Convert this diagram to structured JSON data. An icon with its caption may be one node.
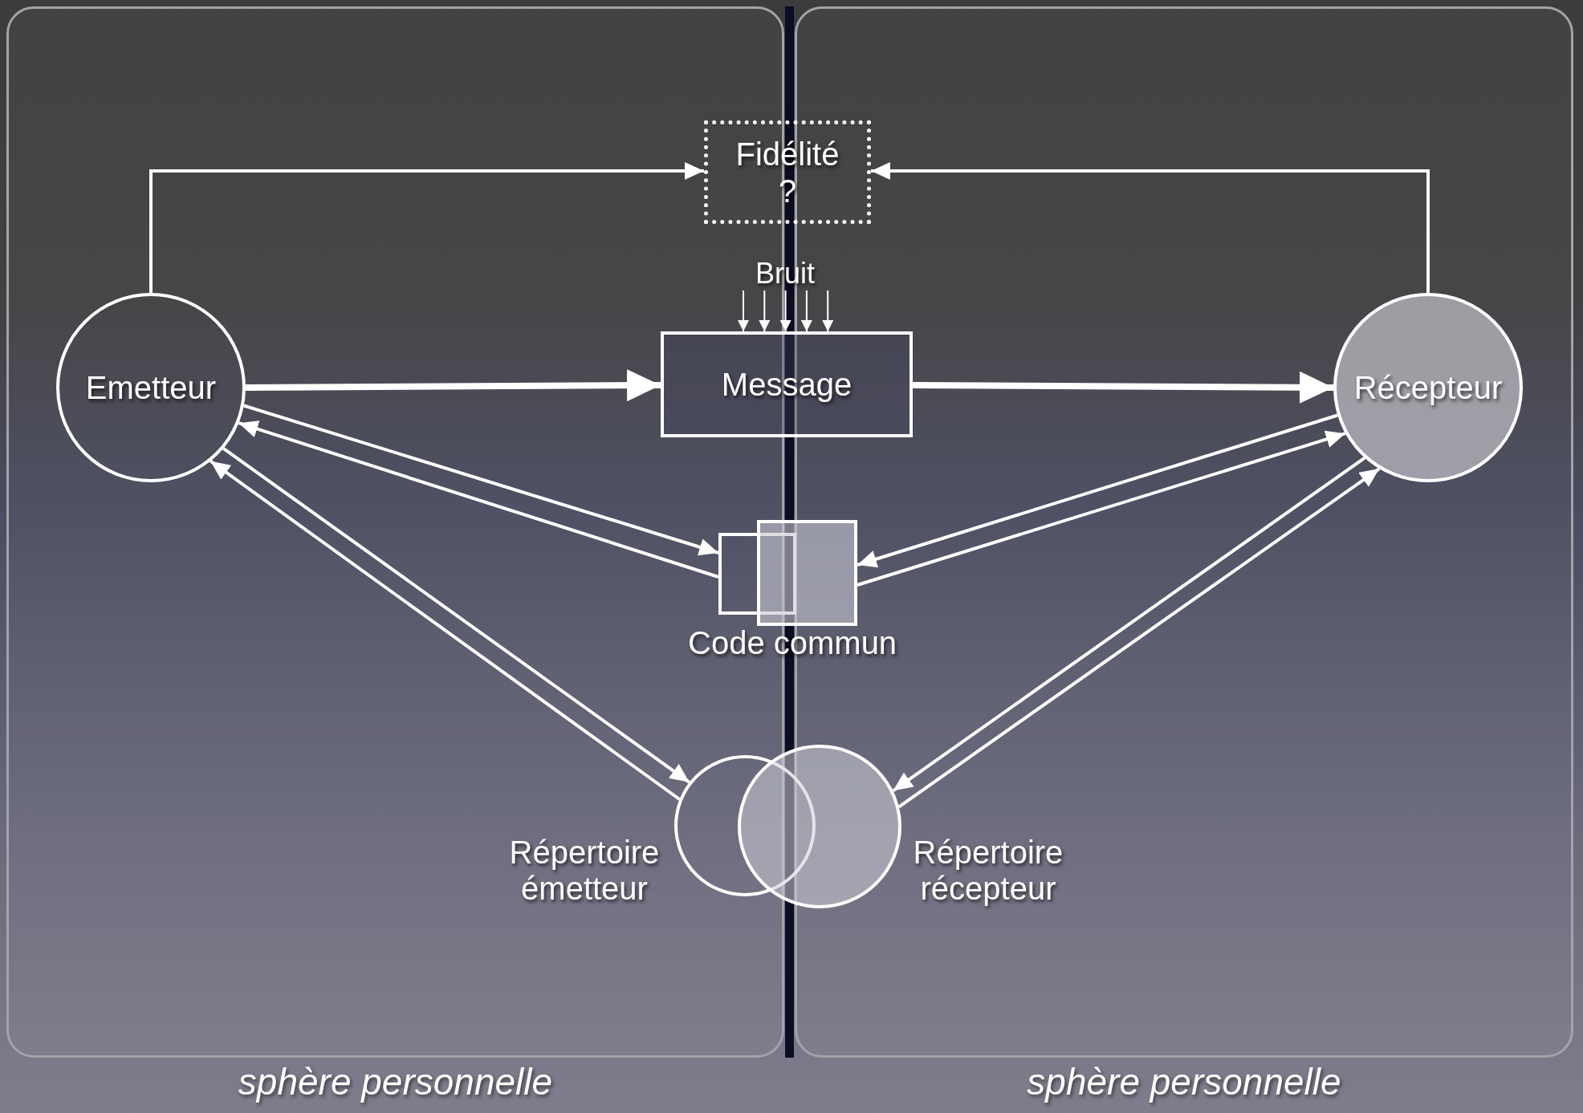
{
  "diagram": {
    "nodes": [
      {
        "text": [
          "sphère personnelle"
        ]
      },
      {
        "text": [
          "sphère personnelle"
        ]
      },
      {
        "text": [
          "Fidélité",
          "?"
        ]
      },
      {
        "text": [
          "Emetteur"
        ],
        "in": 0
      },
      {
        "text": [
          "Bruit"
        ]
      },
      {
        "text": [
          "Message"
        ]
      },
      {
        "text": [
          "Récepteur"
        ],
        "in": 1
      },
      {
        "text": [],
        "shape": "box"
      },
      {
        "text": [],
        "shape": "box"
      },
      {
        "text": [],
        "shape": "circle",
        "beside": [
          "Répertoire émetteur"
        ]
      },
      {
        "text": [],
        "shape": "circle",
        "beside": [
          "Répertoire récepteur"
        ]
      }
    ],
    "edges": [
      {
        "from": 3,
        "to": 2,
        "arrow": "to"
      },
      {
        "from": 6,
        "to": 2,
        "arrow": "to"
      },
      {
        "from": 3,
        "to": 5,
        "arrow": "to",
        "style": "thick"
      },
      {
        "from": 5,
        "to": 6,
        "arrow": "to",
        "style": "thick"
      },
      {
        "from": 3,
        "to": 7,
        "arrow": "to"
      },
      {
        "from": 7,
        "to": 3,
        "arrow": "to"
      },
      {
        "from": 6,
        "to": 8,
        "arrow": "to"
      },
      {
        "from": 8,
        "to": 6,
        "arrow": "to"
      },
      {
        "from": 3,
        "to": 9,
        "arrow": "to"
      },
      {
        "from": 9,
        "to": 3,
        "arrow": "to"
      },
      {
        "from": 6,
        "to": 10,
        "arrow": "to"
      },
      {
        "from": 10,
        "to": 6,
        "arrow": "to"
      },
      {
        "from": 4,
        "to": 5,
        "arrow": "to"
      },
      {
        "from": 4,
        "to": 5,
        "arrow": "to"
      },
      {
        "from": 4,
        "to": 5,
        "arrow": "to"
      },
      {
        "from": 4,
        "to": 5,
        "arrow": "to"
      },
      {
        "from": 4,
        "to": 5,
        "arrow": "to"
      }
    ],
    "labels": [
      "Code commun"
    ]
  }
}
